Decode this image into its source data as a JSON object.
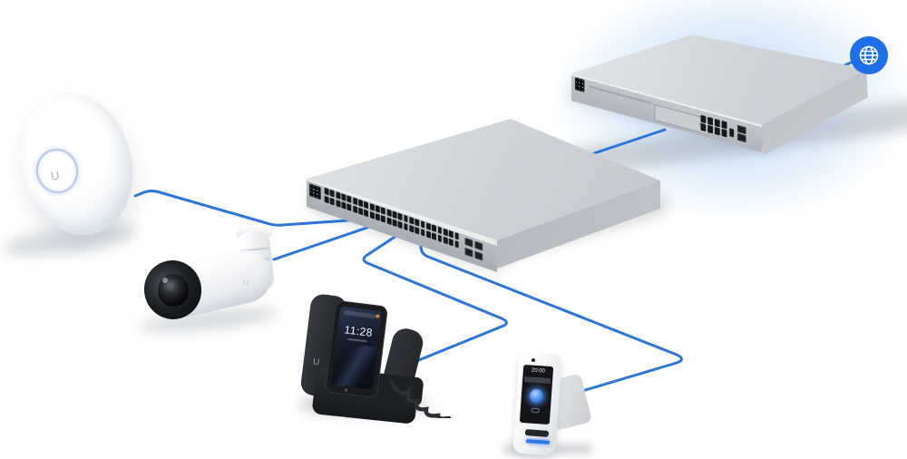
{
  "diagram": {
    "type": "network-topology",
    "nodes": [
      {
        "id": "internet",
        "label": "internet-globe"
      },
      {
        "id": "gateway",
        "label": "rack-gateway"
      },
      {
        "id": "switch",
        "label": "48-port-switch"
      },
      {
        "id": "access-point",
        "label": "wifi-access-point"
      },
      {
        "id": "camera",
        "label": "bullet-camera"
      },
      {
        "id": "phone",
        "label": "touch-voip-phone"
      },
      {
        "id": "access-reader",
        "label": "door-access-reader"
      }
    ],
    "connections": [
      {
        "from": "access-point",
        "to": "switch"
      },
      {
        "from": "camera",
        "to": "switch"
      },
      {
        "from": "switch",
        "to": "phone"
      },
      {
        "from": "switch",
        "to": "access-reader"
      },
      {
        "from": "switch",
        "to": "gateway"
      },
      {
        "from": "gateway",
        "to": "internet"
      }
    ]
  },
  "devices": {
    "logo_letter": "U",
    "phone": {
      "screen_time": "11:28"
    },
    "access_reader": {
      "screen_time": "20:00"
    },
    "switch": {
      "rj45_ports": 48,
      "rj45_rows": 2,
      "sfp_ports": 4
    },
    "gateway": {
      "rj45_ports": 8,
      "rj45_rows": 2,
      "sfp_ports": 2
    }
  },
  "colors": {
    "cable": "#2e74d9",
    "globe": "#1e70e8",
    "glow": "#cfe0f5"
  }
}
